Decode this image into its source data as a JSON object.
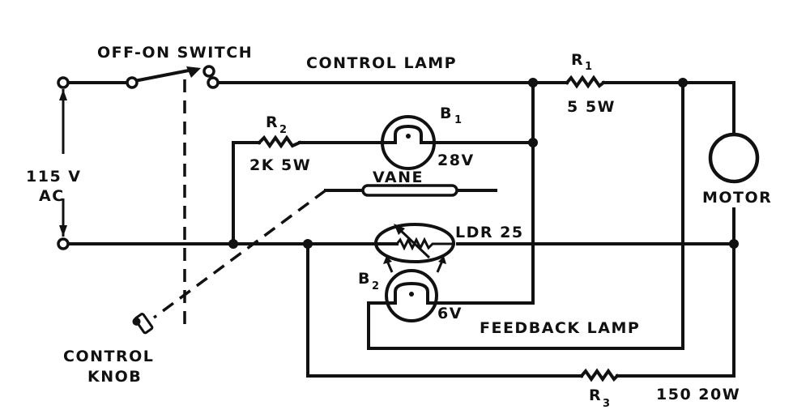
{
  "diagram": {
    "type": "circuit-schematic",
    "labels": {
      "switch": "OFF-ON SWITCH",
      "control_lamp": "CONTROL LAMP",
      "supply_voltage": "115 V",
      "supply_type": "AC",
      "r1_name": "R",
      "r1_sub": "1",
      "r1_value": "5  5W",
      "r2_name": "R",
      "r2_sub": "2",
      "r2_value": "2K 5W",
      "b1_name": "B",
      "b1_sub": "1",
      "b1_value": "28V",
      "vane": "VANE",
      "ldr": "LDR 25",
      "b2_name": "B",
      "b2_sub": "2",
      "b2_value": "6V",
      "feedback_lamp": "FEEDBACK LAMP",
      "motor": "MOTOR",
      "r3_name": "R",
      "r3_sub": "3",
      "r3_value": "150  20W",
      "control_knob_line1": "CONTROL",
      "control_knob_line2": "KNOB"
    },
    "components": [
      {
        "id": "SW",
        "type": "switch",
        "label": "OFF-ON SWITCH"
      },
      {
        "id": "R1",
        "type": "resistor",
        "value": "5",
        "power": "5W"
      },
      {
        "id": "R2",
        "type": "resistor",
        "value": "2K",
        "power": "5W"
      },
      {
        "id": "R3",
        "type": "resistor",
        "value": "150",
        "power": "20W"
      },
      {
        "id": "B1",
        "type": "lamp",
        "role": "CONTROL LAMP",
        "voltage": "28V"
      },
      {
        "id": "B2",
        "type": "lamp",
        "role": "FEEDBACK LAMP",
        "voltage": "6V"
      },
      {
        "id": "LDR",
        "type": "light-dependent-resistor",
        "value": "LDR 25"
      },
      {
        "id": "M",
        "type": "motor",
        "label": "MOTOR"
      },
      {
        "id": "VANE",
        "type": "mechanical-vane",
        "label": "VANE"
      },
      {
        "id": "KNOB",
        "type": "control-knob",
        "label": "CONTROL KNOB"
      },
      {
        "id": "AC",
        "type": "supply",
        "label": "115 V AC"
      }
    ],
    "colors": {
      "ink": "#111111",
      "background": "#ffffff"
    }
  }
}
